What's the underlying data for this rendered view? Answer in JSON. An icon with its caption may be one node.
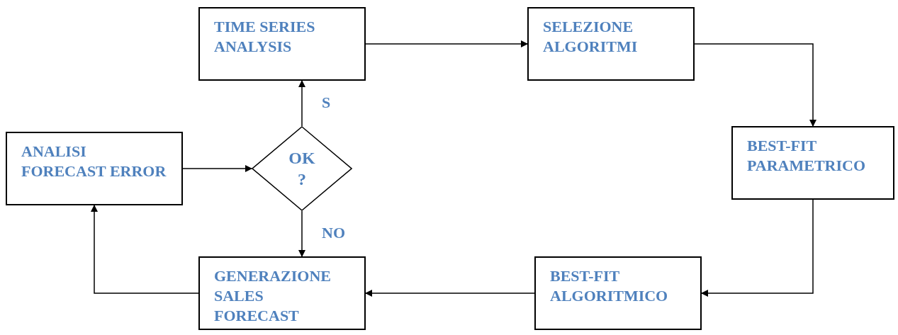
{
  "diagram": {
    "nodes": [
      {
        "text": [
          "TIME SERIES ANALYSIS"
        ]
      },
      {
        "text": [
          "SELEZIONE ALGORITMI"
        ]
      },
      {
        "text": [
          "BEST-FIT PARAMETRICO"
        ]
      },
      {
        "text": [
          "BEST-FIT ALGORITMICO"
        ]
      },
      {
        "text": [
          "GENERAZIONE SALES FORECAST"
        ]
      },
      {
        "text": [
          "ANALISI FORECAST ERROR"
        ]
      },
      {
        "text": [
          "OK ?"
        ]
      }
    ],
    "edges": [
      {
        "from": 0,
        "to": 1,
        "arrow": "to"
      },
      {
        "from": 1,
        "to": 2,
        "arrow": "to"
      },
      {
        "from": 2,
        "to": 3,
        "arrow": "to"
      },
      {
        "from": 3,
        "to": 4,
        "arrow": "to"
      },
      {
        "from": 4,
        "to": 5,
        "arrow": "to"
      },
      {
        "from": 5,
        "to": 6,
        "arrow": "to"
      },
      {
        "from": 6,
        "to": 0,
        "arrow": "to",
        "label": "S"
      },
      {
        "from": 6,
        "to": 4,
        "arrow": "to",
        "label": "NO"
      }
    ]
  }
}
